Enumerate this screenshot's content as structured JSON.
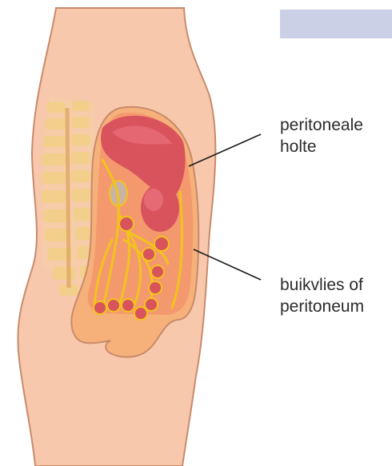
{
  "labels": {
    "peritoneal_cavity": [
      "peritoneale",
      "holte"
    ],
    "peritoneum": [
      "buikvlies of",
      "peritoneum"
    ]
  },
  "colors": {
    "skin": "#f7c8ab",
    "skin_outline": "#c98a6c",
    "membrane": "#f0a06a",
    "liver": "#d9535d",
    "organ_light": "#e9707a",
    "vessels": "#f2c21e",
    "spine": "#f2cf8a",
    "label_box": "#cbd0e6"
  }
}
